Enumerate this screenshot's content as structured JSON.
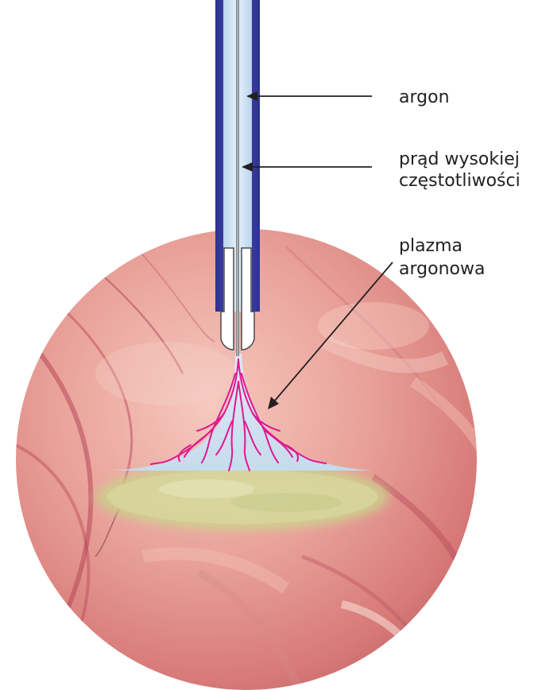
{
  "labels": {
    "argon": "argon",
    "current_line1": "prąd wysokiej",
    "current_line2": "częstotliwości",
    "plasma_line1": "plazma",
    "plasma_line2": "argonowa"
  },
  "colors": {
    "probe_outer": "#3b3f9a",
    "probe_inner": "#cfe3f3",
    "electrode": "#7f8489",
    "plasma_cloud": "#cfe6f6",
    "plasma_filaments": "#e0188f",
    "tissue": "#e6938f",
    "coagulated_tissue": "#d8d59a",
    "arrows": "#231f20"
  }
}
